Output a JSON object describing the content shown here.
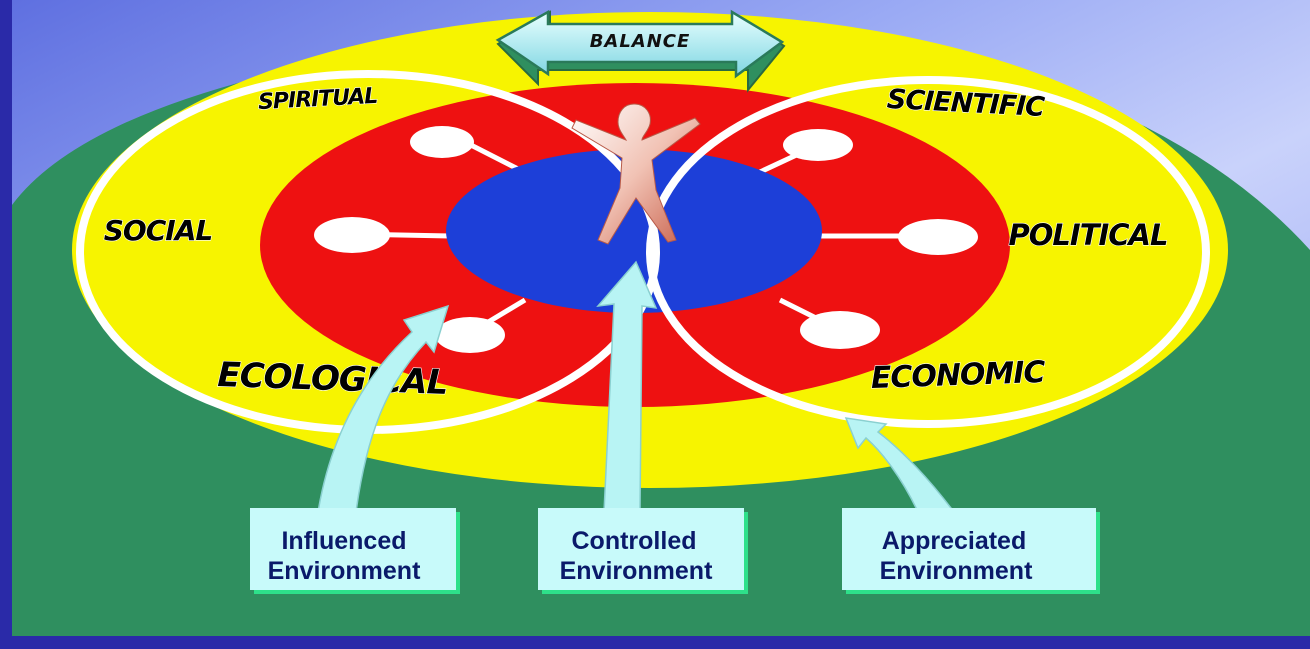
{
  "balance": "BALANCE",
  "labels": {
    "spiritual": "SPIRITUAL",
    "social": "SOCIAL",
    "ecological": "ECOLOGICAL",
    "scientific": "SCIENTIFIC",
    "political": "POLITICAL",
    "economic": "ECONOMIC"
  },
  "boxes": {
    "influenced": {
      "line1": "Influenced",
      "line2": "Environment"
    },
    "controlled": {
      "line1": "Controlled",
      "line2": "Environment"
    },
    "appreciated": {
      "line1": "Appreciated",
      "line2": "Environment"
    }
  },
  "colors": {
    "background_top": "#7a8ff0",
    "background_deep": "#2a2aa8",
    "ground": "#2f8f5f",
    "outer_ring": "#f7f400",
    "middle_ring": "#ee1111",
    "core": "#1d3fd8",
    "arrow_fill": "#b8f4f4",
    "box_fill": "#c8fafa",
    "box_text": "#0a1a6a"
  }
}
